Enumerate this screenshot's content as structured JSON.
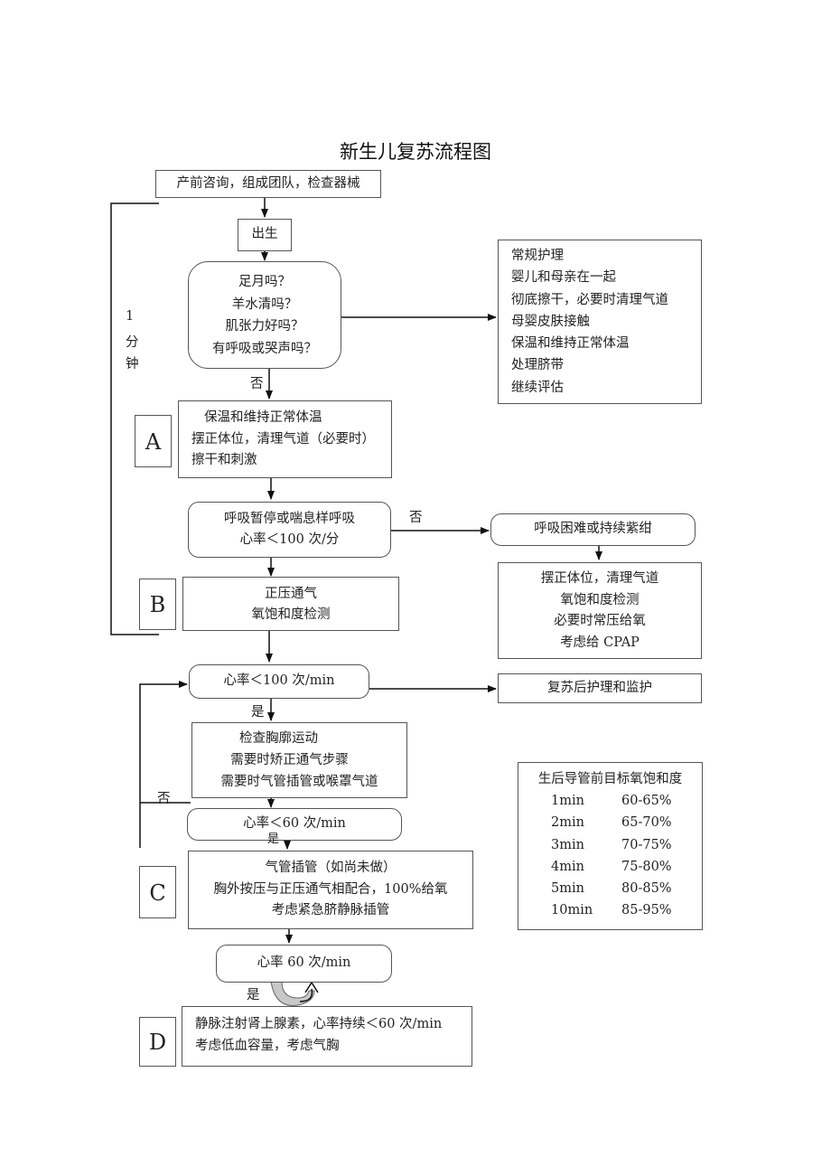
{
  "title": "新生儿复苏流程图",
  "prenatal": "产前咨询，组成团队，检查器械",
  "birth": "出生",
  "assessment": [
    "足月吗？",
    "羊水清吗？",
    "肌张力好吗？",
    "有呼吸或哭声吗？"
  ],
  "routine_care": [
    "常规护理",
    "婴儿和母亲在一起",
    "彻底擦干，必要时清理气道",
    "母婴皮肤接触",
    "保温和维持正常体温",
    "处理脐带",
    "继续评估"
  ],
  "time_label": [
    "1",
    "分",
    "钟"
  ],
  "step_a": [
    "保温和维持正常体温",
    "摆正体位，清理气道（必要时）",
    "擦干和刺激"
  ],
  "check_apnea": [
    "呼吸暂停或喘息样呼吸",
    "心率＜100 次/分"
  ],
  "dyspnea": "呼吸困难或持续紫绀",
  "dyspnea_actions": [
    "摆正体位，清理气道",
    "氧饱和度检测",
    "必要时常压给氧",
    "考虑给 CPAP"
  ],
  "step_b": [
    "正压通气",
    "氧饱和度检测"
  ],
  "check_hr100": "心率＜100 次/min",
  "post_care": "复苏后护理和监护",
  "ventilation_fix": [
    "检查胸廓运动",
    "需要时矫正通气步骤",
    "需要时气管插管或喉罩气道"
  ],
  "check_hr60": "心率＜60 次/min",
  "step_c": [
    "气管插管（如尚未做）",
    "胸外按压与正压通气相配合，100%给氧",
    "考虑紧急脐静脉插管"
  ],
  "check_hr60b": "心率 60 次/min",
  "step_d": [
    "静脉注射肾上腺素，心率持续＜60 次/min",
    "考虑低血容量，考虑气胸"
  ],
  "letters": {
    "a": "A",
    "b": "B",
    "c": "C",
    "d": "D"
  },
  "labels": {
    "no1": "否",
    "no2": "否",
    "yes1": "是",
    "no3": "否",
    "yes2": "是",
    "yes3": "是"
  },
  "spo2_table": {
    "header": "生后导管前目标氧饱和度",
    "rows": [
      {
        "time": "1min",
        "range": "60-65%"
      },
      {
        "time": "2min",
        "range": "65-70%"
      },
      {
        "time": "3min",
        "range": "70-75%"
      },
      {
        "time": "4min",
        "range": "75-80%"
      },
      {
        "time": "5min",
        "range": "80-85%"
      },
      {
        "time": "10min",
        "range": "85-95%"
      }
    ]
  }
}
